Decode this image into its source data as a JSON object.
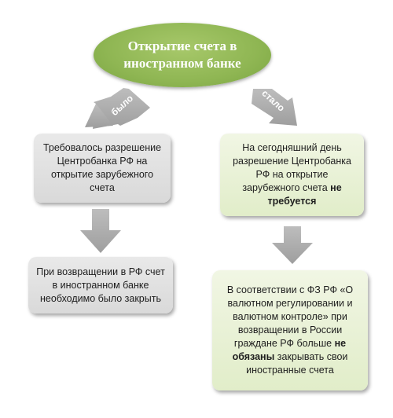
{
  "title": "Открытие счета в иностранном банке",
  "left_label": "было",
  "right_label": "стало",
  "left_box1": "Требовалось разрешение Центробанка РФ на открытие зарубежного счета",
  "left_box2": "При возвращении в РФ счет в иностранном банке необходимо было закрыть",
  "right_box1": {
    "text": "На сегодняшний день разрешение Центробанка РФ на открытие зарубежного счета ",
    "bold": "не требуется"
  },
  "right_box2": {
    "text1": "В соответствии с ФЗ РФ «О валютном регулировании и валютном контроле» при возвращении в России граждане РФ больше ",
    "bold": "не обязаны",
    "text2": " закрывать свои иностранные счета"
  },
  "colors": {
    "ellipse": "#8fb653",
    "gray_box": "#e0e0e0",
    "green_box": "#e6f0d2",
    "arrow": "#a6a6a6"
  }
}
